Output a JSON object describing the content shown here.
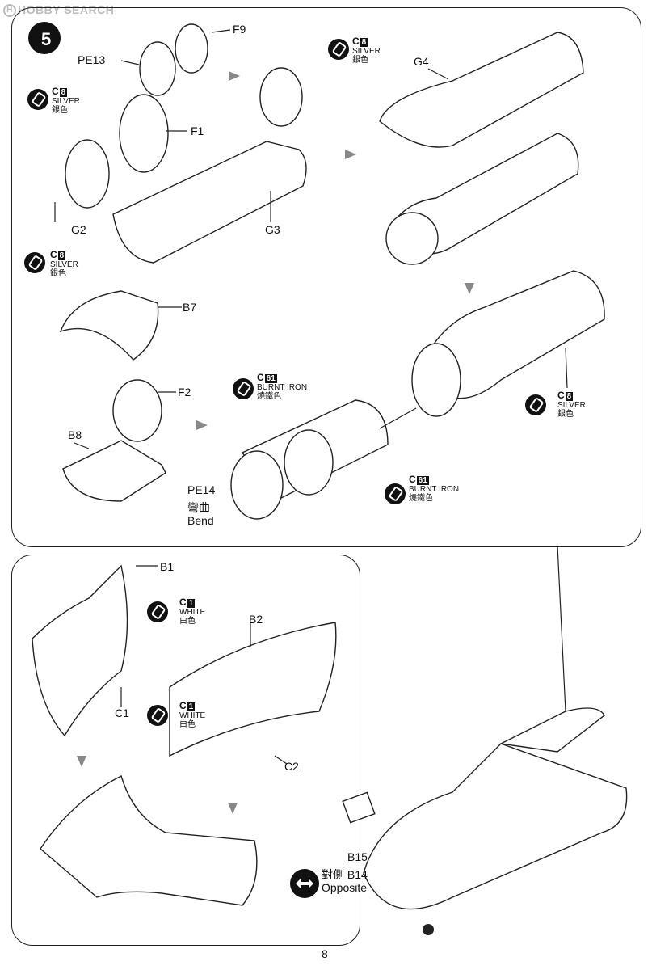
{
  "watermark": "HOBBY SEARCH",
  "step_number": "5",
  "page_number": "8",
  "parts": {
    "f9": "F9",
    "pe13": "PE13",
    "g4": "G4",
    "f1": "F1",
    "g2": "G2",
    "g3": "G3",
    "b7": "B7",
    "f2": "F2",
    "b8": "B8",
    "pe14": "PE14",
    "b1": "B1",
    "b2": "B2",
    "c1": "C1",
    "c2": "C2",
    "b15": "B15"
  },
  "bend": {
    "zh": "彎曲",
    "en": "Bend"
  },
  "opposite": {
    "zh": "對側 B14",
    "en": "Opposite"
  },
  "paints": {
    "silver": {
      "code": "C",
      "num": "8",
      "en": "SILVER",
      "zh": "銀色"
    },
    "burnt_iron": {
      "code": "C",
      "num": "61",
      "en": "BURNT IRON",
      "zh": "燒鐵色"
    },
    "white": {
      "code": "C",
      "num": "1",
      "en": "WHITE",
      "zh": "白色"
    }
  }
}
